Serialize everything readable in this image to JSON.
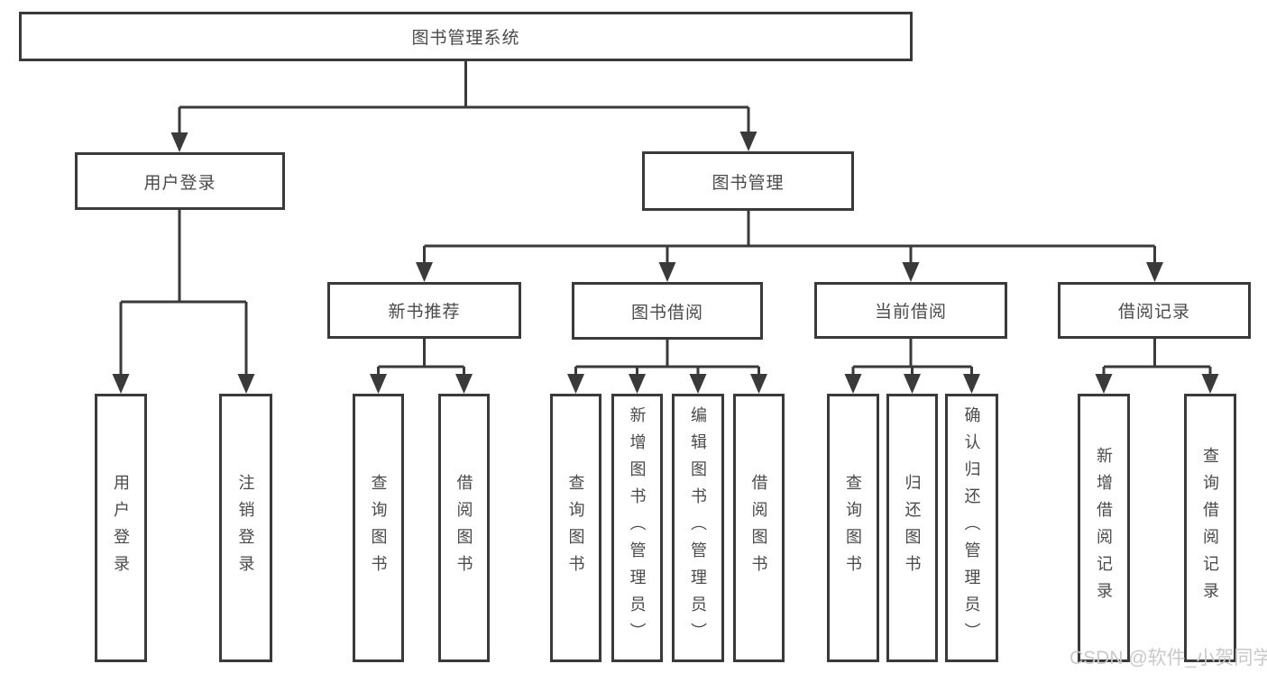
{
  "diagram": {
    "title": "图书管理系统",
    "type": "hierarchy-tree",
    "colors": {
      "line": "#3a3a3a",
      "box_border": "#3a3a3a",
      "box_fill": "#ffffff",
      "text": "#4a4a4a",
      "watermark": "#c9c9c9",
      "background": "#ffffff"
    },
    "hierarchy": {
      "图书管理系统": {
        "用户登录": [
          "用户登录",
          "注销登录"
        ],
        "图书管理": {
          "新书推荐": [
            "查询图书",
            "借阅图书"
          ],
          "图书借阅": [
            "查询图书",
            "新增图书（管理员）",
            "编辑图书（管理员）",
            "借阅图书"
          ],
          "当前借阅": [
            "查询图书",
            "归还图书",
            "确认归还（管理员）"
          ],
          "借阅记录": [
            "新增借阅记录",
            "查询借阅记录"
          ]
        }
      }
    }
  },
  "nodes": {
    "root": "图书管理系统",
    "user_login": "用户登录",
    "book_mgmt": "图书管理",
    "new_book_rec": "新书推荐",
    "book_borrow": "图书借阅",
    "current_borrow": "当前借阅",
    "borrow_records": "借阅记录",
    "ul_user_login": "用户登录",
    "ul_logout": "注销登录",
    "nb_query": "查询图书",
    "nb_borrow": "借阅图书",
    "bb_query": "查询图书",
    "bb_add": "新增图书（管理员）",
    "bb_edit": "编辑图书（管理员）",
    "bb_borrow": "借阅图书",
    "cb_query": "查询图书",
    "cb_return": "归还图书",
    "cb_confirm": "确认归还（管理员）",
    "br_add": "新增借阅记录",
    "br_query": "查询借阅记录"
  },
  "watermark": {
    "text": "CSDN @软件_小贺同学"
  }
}
